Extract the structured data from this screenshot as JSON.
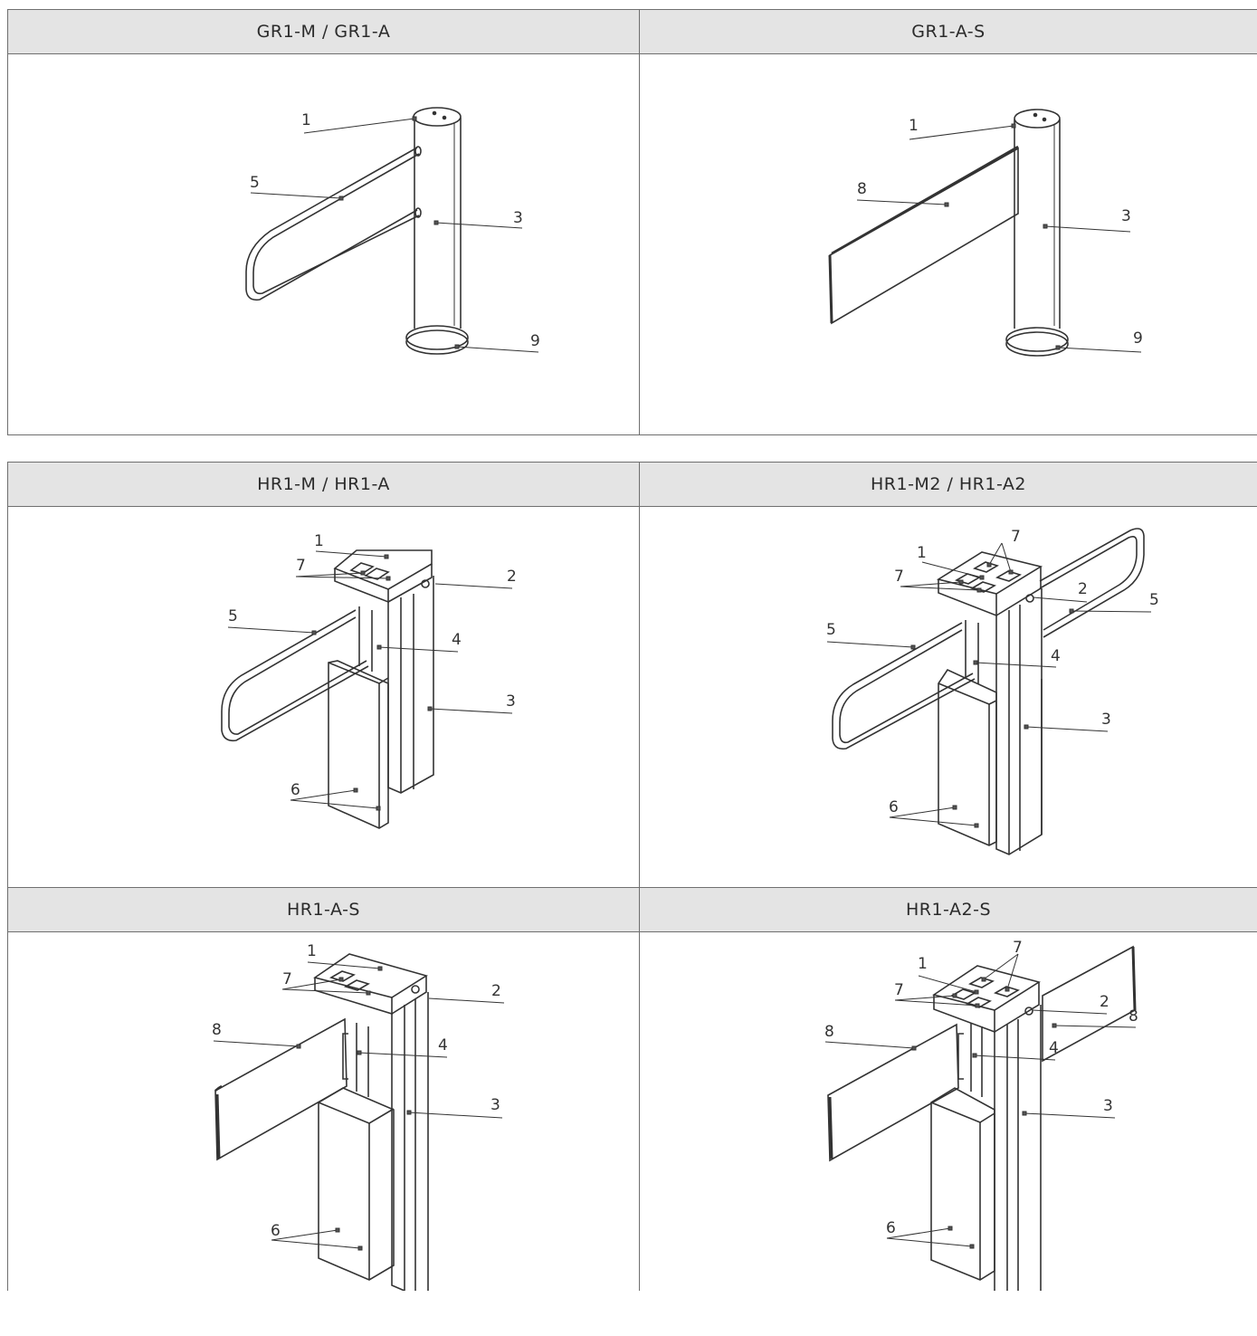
{
  "panels": [
    {
      "title": "GR1-M / GR1-A",
      "callouts": [
        "1",
        "5",
        "3",
        "9"
      ]
    },
    {
      "title": "GR1-A-S",
      "callouts": [
        "1",
        "8",
        "3",
        "9"
      ]
    },
    {
      "title": "HR1-M / HR1-A",
      "callouts": [
        "1",
        "7",
        "2",
        "5",
        "4",
        "3",
        "6"
      ]
    },
    {
      "title": "HR1-M2 / HR1-A2",
      "callouts": [
        "7",
        "1",
        "7",
        "2",
        "5",
        "5",
        "4",
        "3",
        "6"
      ]
    },
    {
      "title": "HR1-A-S",
      "callouts": [
        "1",
        "7",
        "2",
        "8",
        "4",
        "3",
        "6"
      ]
    },
    {
      "title": "HR1-A2-S",
      "callouts": [
        "7",
        "1",
        "7",
        "2",
        "8",
        "8",
        "4",
        "3",
        "6"
      ]
    }
  ]
}
